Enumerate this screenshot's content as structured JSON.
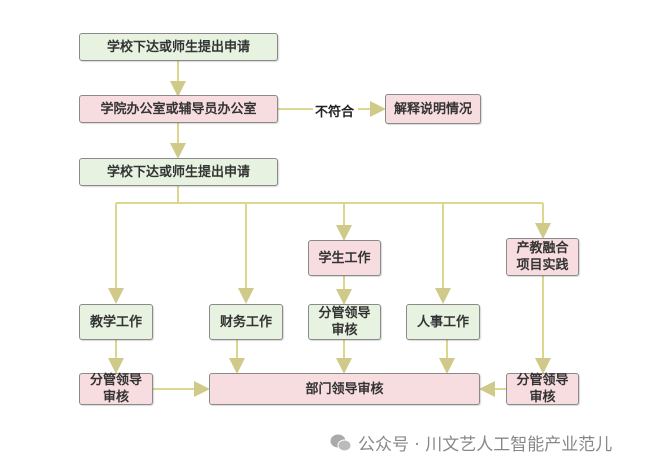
{
  "nodes": {
    "start": "学校下达或师生提出申请",
    "office": "学院办公室或辅导员办公室",
    "reject_label": "不符合",
    "explain": "解释说明情况",
    "apply2": "学校下达或师生提出申请",
    "student_work": "学生工作",
    "industry": "产教融合项目实践",
    "teaching": "教学工作",
    "finance": "财务工作",
    "leader_mid": "分管领导审核",
    "hr": "人事工作",
    "leader_left": "分管领导审核",
    "dept": "部门领导审核",
    "leader_right": "分管领导审核"
  },
  "watermark": "公众号 · 川文艺人工智能产业范儿",
  "colors": {
    "green": "#e7f3e0",
    "pink": "#f8dde0",
    "arrow": "#d9d48a"
  }
}
